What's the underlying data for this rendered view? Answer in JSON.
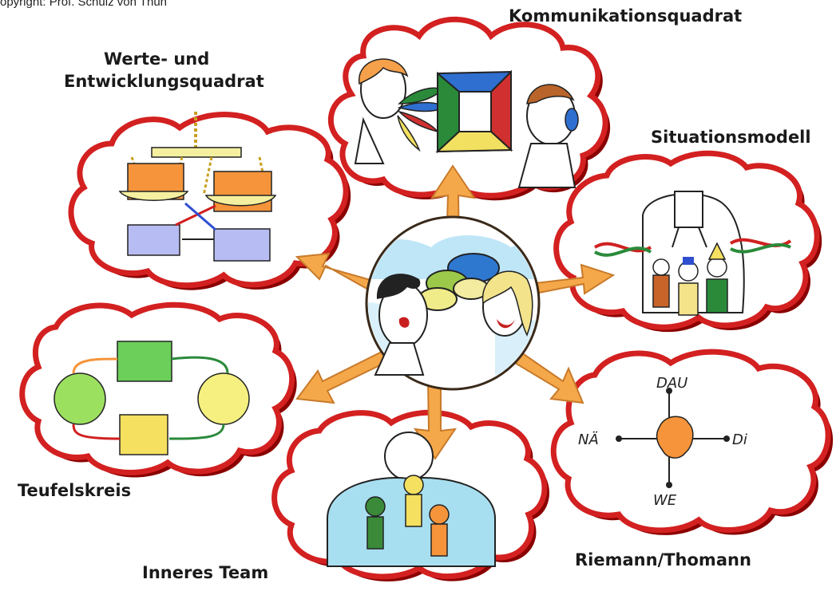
{
  "copyright": "opyright: Prof. Schulz von Thun",
  "center_label": "",
  "models": [
    {
      "id": "kommunikationsquadrat",
      "title": "Kommunikationsquadrat"
    },
    {
      "id": "werte",
      "title_line1": "Werte- und",
      "title_line2": "Entwicklungsquadrat"
    },
    {
      "id": "situationsmodell",
      "title": "Situationsmodell"
    },
    {
      "id": "teufelskreis",
      "title": "Teufelskreis"
    },
    {
      "id": "inneres-team",
      "title": "Inneres Team"
    },
    {
      "id": "riemann",
      "title": "Riemann/Thomann"
    }
  ],
  "riemann_axes": {
    "top": "DAU",
    "left": "NÄ",
    "right": "Di",
    "bottom": "WE"
  },
  "colors": {
    "cloud_border": "#d32020",
    "cloud_shadow": "#8a0000",
    "arrow": "#f5a84a",
    "arrow_edge": "#c87a2a",
    "sky": "#bfe6f7"
  },
  "icons": [
    "speech-bubble-icon",
    "person-icon",
    "flipchart-icon",
    "balance-scale-icon"
  ]
}
